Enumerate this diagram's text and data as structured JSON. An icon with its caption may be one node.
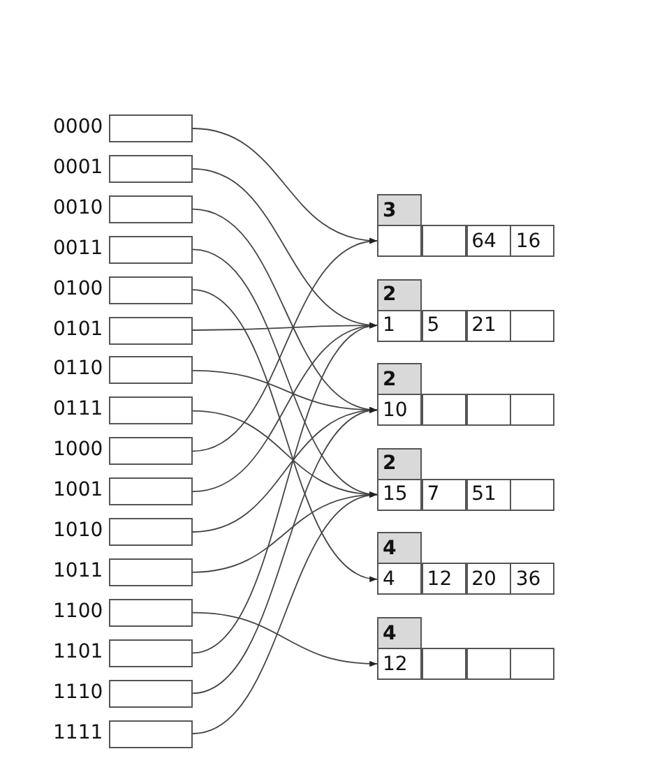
{
  "diagram": {
    "nodes": [
      {
        "text": [],
        "shape": "box",
        "beside": [
          "0000"
        ]
      },
      {
        "text": [],
        "shape": "box",
        "beside": [
          "0001"
        ]
      },
      {
        "text": [],
        "shape": "box",
        "beside": [
          "0010"
        ]
      },
      {
        "text": [],
        "shape": "box",
        "beside": [
          "0011"
        ]
      },
      {
        "text": [],
        "shape": "box",
        "beside": [
          "0100"
        ]
      },
      {
        "text": [],
        "shape": "box",
        "beside": [
          "0101"
        ]
      },
      {
        "text": [],
        "shape": "box",
        "beside": [
          "0110"
        ]
      },
      {
        "text": [],
        "shape": "box",
        "beside": [
          "0111"
        ]
      },
      {
        "text": [],
        "shape": "box",
        "beside": [
          "1000"
        ]
      },
      {
        "text": [],
        "shape": "box",
        "beside": [
          "1001"
        ]
      },
      {
        "text": [],
        "shape": "box",
        "beside": [
          "1010"
        ]
      },
      {
        "text": [],
        "shape": "box",
        "beside": [
          "1011"
        ]
      },
      {
        "text": [],
        "shape": "box",
        "beside": [
          "1100"
        ]
      },
      {
        "text": [],
        "shape": "box",
        "beside": [
          "1101"
        ]
      },
      {
        "text": [],
        "shape": "box",
        "beside": [
          "1110"
        ]
      },
      {
        "text": [],
        "shape": "box",
        "beside": [
          "1111"
        ]
      },
      {
        "text": [
          "3"
        ]
      },
      {
        "text": [],
        "shape": "box"
      },
      {
        "text": [],
        "shape": "box"
      },
      {
        "text": [
          "64"
        ]
      },
      {
        "text": [
          "16"
        ]
      },
      {
        "text": [
          "2"
        ]
      },
      {
        "text": [
          "1"
        ]
      },
      {
        "text": [
          "5"
        ]
      },
      {
        "text": [
          "21"
        ]
      },
      {
        "text": [],
        "shape": "box"
      },
      {
        "text": [
          "2"
        ]
      },
      {
        "text": [
          "10"
        ]
      },
      {
        "text": [],
        "shape": "box"
      },
      {
        "text": [],
        "shape": "box"
      },
      {
        "text": [],
        "shape": "box"
      },
      {
        "text": [
          "2"
        ]
      },
      {
        "text": [
          "15"
        ]
      },
      {
        "text": [
          "7"
        ]
      },
      {
        "text": [
          "51"
        ]
      },
      {
        "text": [],
        "shape": "box"
      },
      {
        "text": [
          "4"
        ]
      },
      {
        "text": [
          "4"
        ]
      },
      {
        "text": [
          "12"
        ]
      },
      {
        "text": [
          "20"
        ]
      },
      {
        "text": [
          "36"
        ]
      },
      {
        "text": [
          "4"
        ]
      },
      {
        "text": [
          "12"
        ]
      },
      {
        "text": [],
        "shape": "box"
      },
      {
        "text": [],
        "shape": "box"
      },
      {
        "text": [],
        "shape": "box"
      }
    ],
    "edges": [
      {
        "from": 0,
        "to": 17,
        "arrow": "to"
      },
      {
        "from": 1,
        "to": 22,
        "arrow": "to"
      },
      {
        "from": 2,
        "to": 27,
        "arrow": "to"
      },
      {
        "from": 3,
        "to": 32,
        "arrow": "to"
      },
      {
        "from": 4,
        "to": 37,
        "arrow": "to"
      },
      {
        "from": 5,
        "to": 22,
        "arrow": "to"
      },
      {
        "from": 6,
        "to": 27,
        "arrow": "to"
      },
      {
        "from": 7,
        "to": 32,
        "arrow": "to"
      },
      {
        "from": 8,
        "to": 17,
        "arrow": "to"
      },
      {
        "from": 9,
        "to": 22,
        "arrow": "to"
      },
      {
        "from": 10,
        "to": 27,
        "arrow": "to"
      },
      {
        "from": 11,
        "to": 32,
        "arrow": "to"
      },
      {
        "from": 12,
        "to": 42,
        "arrow": "to"
      },
      {
        "from": 13,
        "to": 22,
        "arrow": "to"
      },
      {
        "from": 14,
        "to": 27,
        "arrow": "to"
      },
      {
        "from": 15,
        "to": 32,
        "arrow": "to"
      }
    ]
  }
}
